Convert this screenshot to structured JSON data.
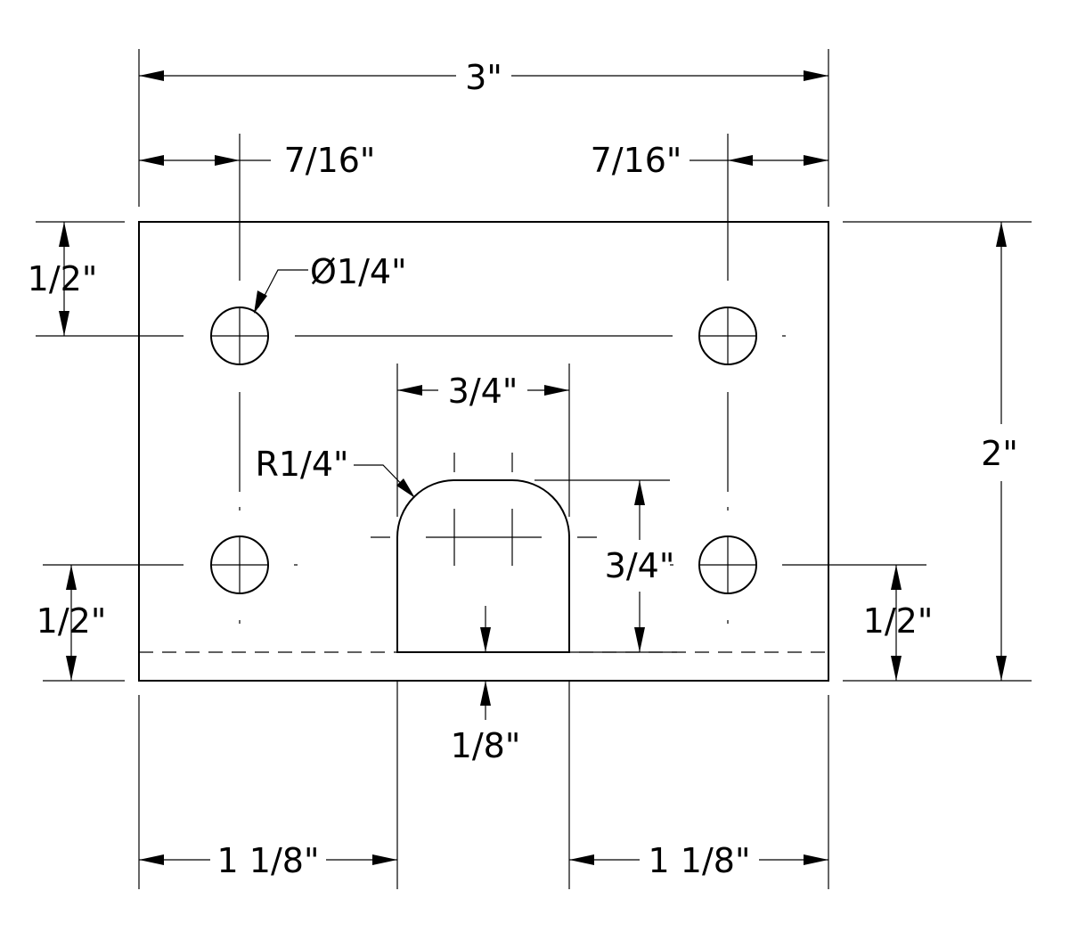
{
  "dimensions": {
    "overall_width": "3\"",
    "left_hole_offset": "7/16\"",
    "right_hole_offset": "7/16\"",
    "hole_diameter": "Ø1/4\"",
    "top_hole_offset": "1/2\"",
    "slot_width": "3/4\"",
    "slot_radius": "R1/4\"",
    "slot_depth": "3/4\"",
    "overall_height": "2\"",
    "bottom_left_offset": "1/2\"",
    "bottom_right_offset": "1/2\"",
    "slot_gap": "1/8\"",
    "left_slot_position": "1 1/8\"",
    "right_slot_position": "1 1/8\""
  }
}
